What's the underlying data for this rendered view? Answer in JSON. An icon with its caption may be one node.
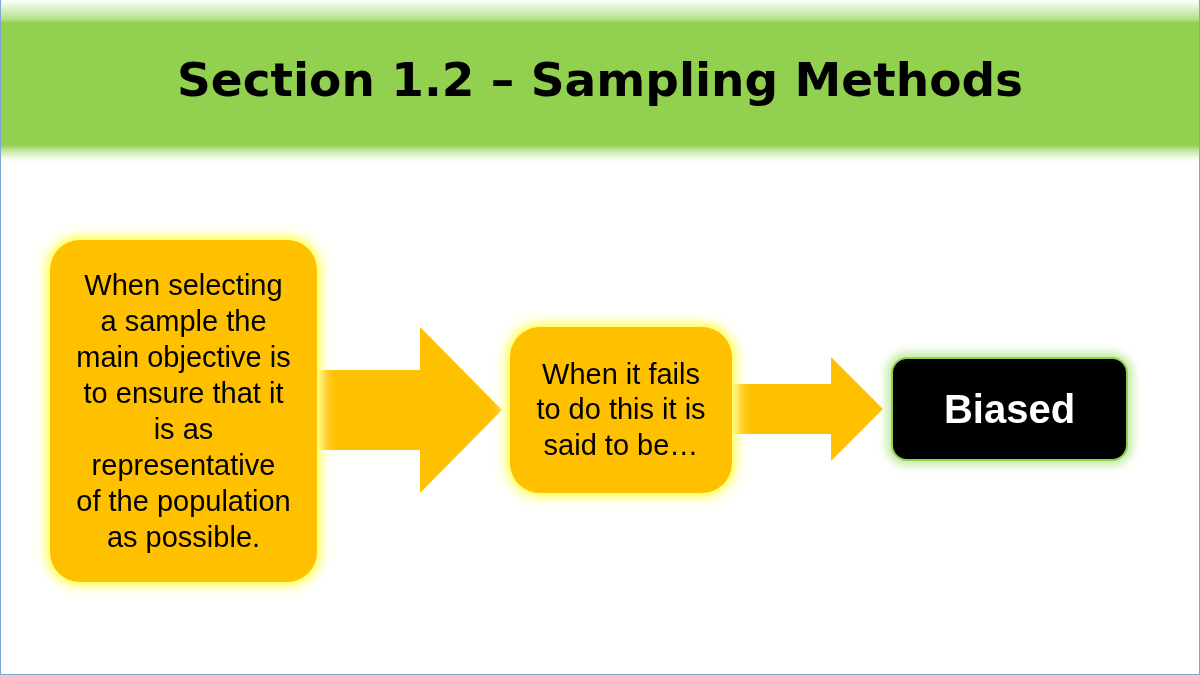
{
  "diagram": {
    "title": "Section 1.2 – Sampling Methods",
    "nodes": [
      {
        "text": [
          "When selecting a sample the main objective is to ensure that it is as representative of the population as possible."
        ]
      },
      {
        "text": [
          "When it fails to do this it is said to be…"
        ]
      },
      {
        "text": [
          "Biased"
        ]
      }
    ],
    "edges": [
      {
        "from": 0,
        "to": 1,
        "arrow": "to"
      },
      {
        "from": 1,
        "to": 2,
        "arrow": "to"
      }
    ]
  }
}
